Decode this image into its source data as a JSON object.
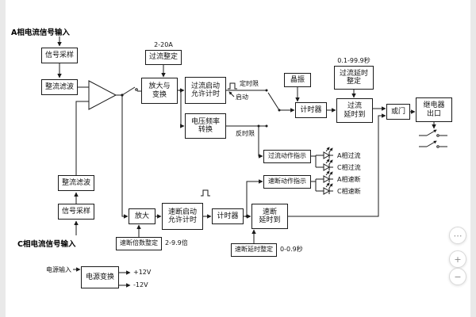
{
  "page": {
    "background": "#e9e9e9",
    "canvas_background": "#ffffff",
    "line_color": "#1a1a1a"
  },
  "diagram": {
    "inputs": {
      "a_phase": "A相电流信号输入",
      "c_phase": "C相电流信号输入",
      "power": "电源输入"
    },
    "blocks": {
      "signal_sample_a": "信号采样",
      "rect_filter_a": "整流滤波",
      "oc_setting": "过流整定",
      "amp_transform": "放大与\n变换",
      "oc_start_timing": "过流启动\n允许计时",
      "vf_convert": "电压频率\n转换",
      "crystal": "晶振",
      "oc_delay_setting": "过流延时\n整定",
      "timer_oc": "计时器",
      "oc_delay_reached": "过流\n延时到",
      "or_gate": "或门",
      "relay_out": "继电器\n出口",
      "oc_action_ind": "过流动作指示",
      "qb_action_ind": "速断动作指示",
      "rect_filter_c": "整流滤波",
      "signal_sample_c": "信号采样",
      "amplify": "放大",
      "qb_start_timing": "速断启动\n允许计时",
      "timer_qb": "计时器",
      "qb_delay_reached": "速断\n延时到",
      "qb_mult_setting": "速断倍数整定",
      "qb_delay_setting": "速断延时整定",
      "power_transform": "电源变换"
    },
    "values": {
      "oc_setting_range": "2-20A",
      "oc_delay_range": "0.1-99.9秒",
      "qb_mult_range": "2-9.9倍",
      "qb_delay_range": "0-0.9秒",
      "v_plus": "+12V",
      "v_minus": "-12V"
    },
    "annotations": {
      "definite_time": "定时限",
      "start": "启动",
      "inverse_time": "反时限"
    },
    "indicators": {
      "a_phase_oc": "A相过流",
      "c_phase_oc": "C相过流",
      "a_phase_qb": "A相速断",
      "c_phase_qb": "C相速断"
    }
  },
  "widget": {
    "buttons": [
      {
        "name": "chat",
        "glyph": "⋯"
      },
      {
        "name": "zoom-in",
        "glyph": "+"
      },
      {
        "name": "zoom-out",
        "glyph": "−"
      }
    ]
  }
}
